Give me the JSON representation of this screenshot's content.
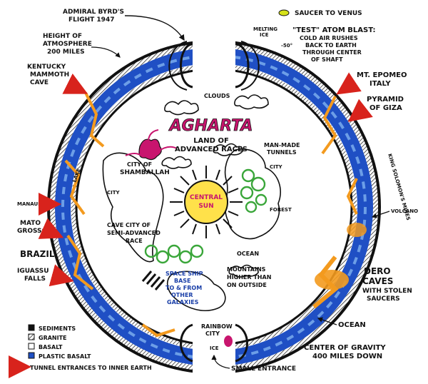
{
  "title": "AGHARTA",
  "subtitle_line1": "LAND OF",
  "subtitle_line2": "ADVANCED RACES",
  "center_sun": {
    "line1": "CENTRAL",
    "line2": "SUN"
  },
  "labels": {
    "byrd_line1": "ADMIRAL BYRD'S",
    "byrd_line2": "FLIGHT 1947",
    "saucer_venus": "SAUCER TO VENUS",
    "melting_ice_line1": "MELTING",
    "melting_ice_line2": "ICE",
    "atom_line1": "\"TEST\" ATOM BLAST:",
    "atom_line2": "COLD AIR RUSHES",
    "atom_line3": "BACK TO EARTH",
    "atom_line4": "THROUGH CENTER",
    "atom_line5": "OF SHAFT",
    "atmos_line1": "HEIGHT OF",
    "atmos_line2": "ATMOSPHERE",
    "atmos_line3": "200 MILES",
    "degrees": "-50°",
    "kentucky_line1": "KENTUCKY",
    "kentucky_line2": "MAMMOTH",
    "kentucky_line3": "CAVE",
    "epomeo_line1": "MT. EPOMEO",
    "epomeo_line2": "ITALY",
    "pyramid_line1": "PYRAMID",
    "pyramid_line2": "OF GIZA",
    "clouds": "CLOUDS",
    "shamballah_line1": "CITY OF",
    "shamballah_line2": "SHAMBALLAH",
    "manmade_line1": "MAN-MADE",
    "manmade_line2": "TUNNELS",
    "king_solomons": "KING SOLOMON'S MINES",
    "city": "CITY",
    "forest": "FOREST",
    "lake": "LAKE",
    "manaus": "MANAUS",
    "volcano": "VOLCANO",
    "mato_line1": "MATO",
    "mato_line2": "GROSSO",
    "cave_city_line1": "CAVE CITY OF",
    "cave_city_line2": "SEMI-ADVANCED",
    "cave_city_line3": "RACE",
    "brazil": "BRAZIL",
    "ocean": "OCEAN",
    "iguassu_line1": "IGUASSU",
    "iguassu_line2": "FALLS",
    "mountains_line1": "MOUNTAINS",
    "mountains_line2": "HIGHER THAN",
    "mountains_line3": "ON OUTSIDE",
    "dero_line1": "DERO",
    "dero_line2": "CAVES",
    "dero_line3": "WITH STOLEN",
    "dero_line4": "SAUCERS",
    "spaceship_line1": "SPACE SHIP",
    "spaceship_line2": "BASE",
    "spaceship_line3": "TO & FROM",
    "spaceship_line4": "OTHER",
    "spaceship_line5": "GALAXIES",
    "rainbow_line1": "RAINBOW",
    "rainbow_line2": "CITY",
    "ice": "ICE",
    "small_entrance": "SMALL ENTRANCE",
    "gravity_line1": "CENTER OF GRAVITY",
    "gravity_line2": "400 MILES DOWN"
  },
  "legend": [
    {
      "label": "SEDIMENTS",
      "pattern": "solid-black"
    },
    {
      "label": "GRANITE",
      "pattern": "hatched"
    },
    {
      "label": "BASALT",
      "pattern": "empty"
    },
    {
      "label": "PLASTIC BASALT",
      "pattern": "solid-blue"
    }
  ],
  "legend_arrow_label": "TUNNEL ENTRANCES TO INNER EARTH",
  "colors": {
    "crust_blue": "#1f4fc4",
    "crust_orange": "#f39a1e",
    "title_magenta": "#c8156e",
    "sun_yellow": "#ffe14a",
    "forest_green": "#3aa63a",
    "arrow_red": "#d8231c",
    "saucer_yellow": "#d6e21a"
  }
}
